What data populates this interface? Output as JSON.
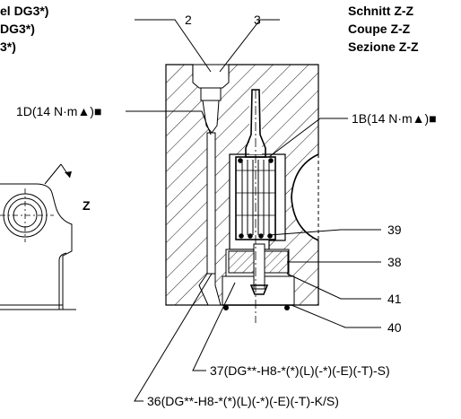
{
  "header": {
    "left_lines": [
      "el DG3*)",
      "DG3*)",
      "3*)"
    ],
    "section_lines": [
      "Schnitt Z-Z",
      "Coupe Z-Z",
      "Sezione Z-Z"
    ]
  },
  "callouts": {
    "c2": "2",
    "c3": "3",
    "c1d": "1D(14 N·m▲)■",
    "c1b": "1B(14 N·m▲)■",
    "c39": "39",
    "c38": "38",
    "c41": "41",
    "c40": "40",
    "c37": "37(DG**-H8-*(*)(L)(-*)(-E)(-T)-S)",
    "c36": "36(DG**-H8-*(*)(L)(-*)(-E)(-T)-K/S)"
  },
  "view_marker": "Z"
}
